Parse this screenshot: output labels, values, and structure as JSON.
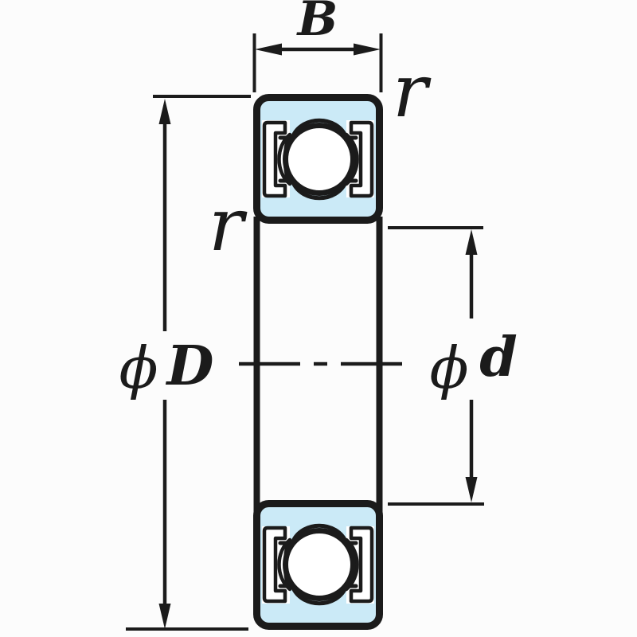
{
  "title": "Sealed deep groove ball bearing cross-section with dimension symbols",
  "colors": {
    "background": "#fcfcfc",
    "line": "#1b1b1b",
    "bearing_fill": "#cbeaf7",
    "ball_fill": "#ffffff"
  },
  "labels": {
    "width": "B",
    "outer_diameter": {
      "phi": "ϕ",
      "letter": "D"
    },
    "bore_diameter": {
      "phi": "ϕ",
      "letter": "d"
    },
    "chamfer_top_right": "r",
    "chamfer_left": "r"
  }
}
